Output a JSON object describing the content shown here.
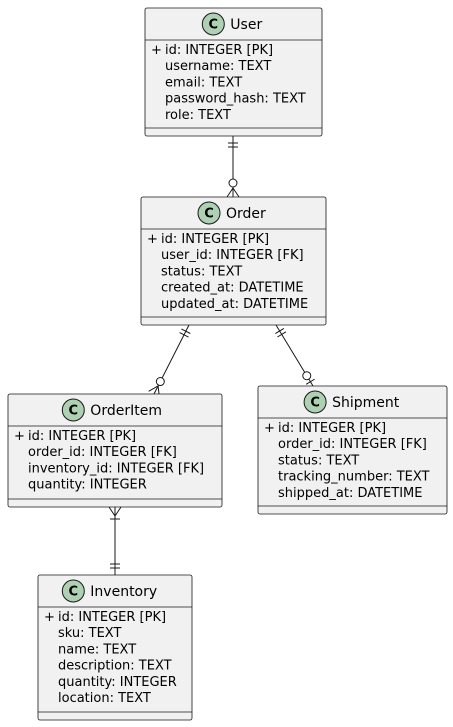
{
  "diagram": {
    "classes": [
      {
        "id": "user",
        "stereotype_letter": "C",
        "name": "User",
        "attributes": [
          {
            "visibility": "+",
            "text": "id: INTEGER [PK]"
          },
          {
            "visibility": "",
            "text": "username: TEXT"
          },
          {
            "visibility": "",
            "text": "email: TEXT"
          },
          {
            "visibility": "",
            "text": "password_hash: TEXT"
          },
          {
            "visibility": "",
            "text": "role: TEXT"
          }
        ]
      },
      {
        "id": "order",
        "stereotype_letter": "C",
        "name": "Order",
        "attributes": [
          {
            "visibility": "+",
            "text": "id: INTEGER [PK]"
          },
          {
            "visibility": "",
            "text": "user_id: INTEGER [FK]"
          },
          {
            "visibility": "",
            "text": "status: TEXT"
          },
          {
            "visibility": "",
            "text": "created_at: DATETIME"
          },
          {
            "visibility": "",
            "text": "updated_at: DATETIME"
          }
        ]
      },
      {
        "id": "orderitem",
        "stereotype_letter": "C",
        "name": "OrderItem",
        "attributes": [
          {
            "visibility": "+",
            "text": "id: INTEGER [PK]"
          },
          {
            "visibility": "",
            "text": "order_id: INTEGER [FK]"
          },
          {
            "visibility": "",
            "text": "inventory_id: INTEGER [FK]"
          },
          {
            "visibility": "",
            "text": "quantity: INTEGER"
          }
        ]
      },
      {
        "id": "shipment",
        "stereotype_letter": "C",
        "name": "Shipment",
        "attributes": [
          {
            "visibility": "+",
            "text": "id: INTEGER [PK]"
          },
          {
            "visibility": "",
            "text": "order_id: INTEGER [FK]"
          },
          {
            "visibility": "",
            "text": "status: TEXT"
          },
          {
            "visibility": "",
            "text": "tracking_number: TEXT"
          },
          {
            "visibility": "",
            "text": "shipped_at: DATETIME"
          }
        ]
      },
      {
        "id": "inventory",
        "stereotype_letter": "C",
        "name": "Inventory",
        "attributes": [
          {
            "visibility": "+",
            "text": "id: INTEGER [PK]"
          },
          {
            "visibility": "",
            "text": "sku: TEXT"
          },
          {
            "visibility": "",
            "text": "name: TEXT"
          },
          {
            "visibility": "",
            "text": "description: TEXT"
          },
          {
            "visibility": "",
            "text": "quantity: INTEGER"
          },
          {
            "visibility": "",
            "text": "location: TEXT"
          }
        ]
      }
    ],
    "relations": [
      {
        "from": "user",
        "to": "order",
        "from_cardinality": "exactly-one",
        "to_cardinality": "zero-or-many"
      },
      {
        "from": "order",
        "to": "orderitem",
        "from_cardinality": "exactly-one",
        "to_cardinality": "zero-or-many"
      },
      {
        "from": "order",
        "to": "shipment",
        "from_cardinality": "exactly-one",
        "to_cardinality": "zero-or-one"
      },
      {
        "from": "orderitem",
        "to": "inventory",
        "from_cardinality": "one-or-many",
        "to_cardinality": "exactly-one"
      }
    ],
    "colors": {
      "box_fill": "#f1f1f1",
      "border": "#181818",
      "badge_fill": "#add1b2",
      "text": "#000000"
    }
  }
}
